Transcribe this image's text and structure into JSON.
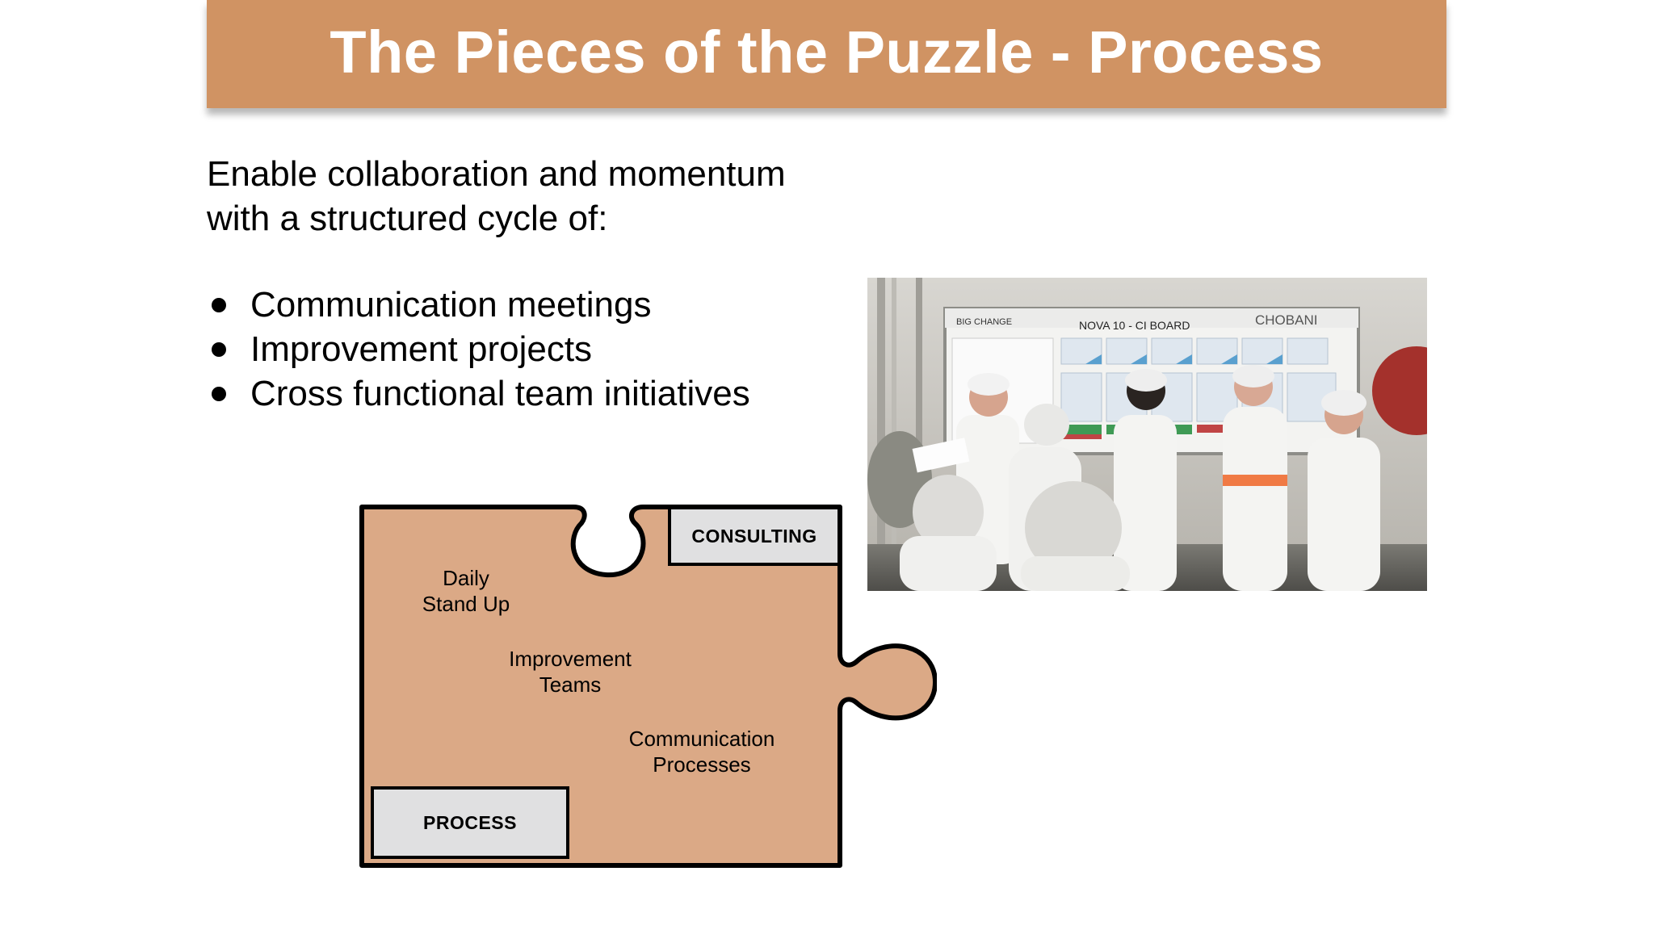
{
  "slide": {
    "title": "The Pieces of the Puzzle - Process",
    "intro_line1": "Enable collaboration and momentum",
    "intro_line2": "with a structured cycle of:",
    "bullets": [
      "Communication meetings",
      "Improvement projects",
      "Cross functional team initiatives"
    ]
  },
  "puzzle": {
    "labels": {
      "daily_line1": "Daily",
      "daily_line2": "Stand Up",
      "improvement_line1": "Improvement",
      "improvement_line2": "Teams",
      "communication_line1": "Communication",
      "communication_line2": "Processes"
    },
    "tags": {
      "consulting": "CONSULTING",
      "process": "PROCESS"
    }
  },
  "photo": {
    "board_title": "NOVA 10 - CI BOARD",
    "brand": "CHOBANI",
    "board_logo": "BIG CHANGE"
  },
  "colors": {
    "banner": "#d09363",
    "puzzle_fill": "#dba986",
    "tag_fill": "#e0e0e1"
  }
}
